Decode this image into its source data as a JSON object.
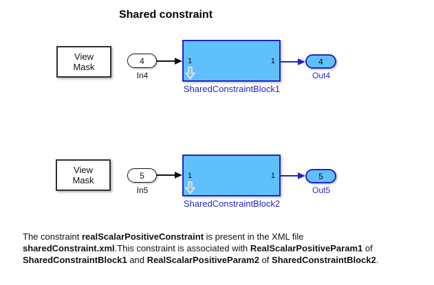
{
  "title": "Shared constraint",
  "colors": {
    "block_fill": "#5fc0fc",
    "block_border": "#2222cc",
    "label_blue": "#2424cc",
    "badge_fill": "#a6bfd8",
    "ink": "#111111"
  },
  "icons": {
    "badge": "look-under-mask-down-arrow-icon"
  },
  "rows": [
    {
      "view_mask": {
        "line1": "View",
        "line2": "Mask"
      },
      "inport": {
        "value": "4",
        "label": "In4"
      },
      "block": {
        "name": "SharedConstraintBlock1",
        "port_in": "1",
        "port_out": "1"
      },
      "outport": {
        "value": "4",
        "label": "Out4"
      }
    },
    {
      "view_mask": {
        "line1": "View",
        "line2": "Mask"
      },
      "inport": {
        "value": "5",
        "label": "In5"
      },
      "block": {
        "name": "SharedConstraintBlock2",
        "port_in": "1",
        "port_out": "1"
      },
      "outport": {
        "value": "5",
        "label": "Out5"
      }
    }
  ],
  "description": {
    "lines": [
      [
        {
          "t": "The constraint ",
          "b": false
        },
        {
          "t": "realScalarPositiveConstraint",
          "b": true
        },
        {
          "t": " is present in the XML file",
          "b": false
        }
      ],
      [
        {
          "t": "sharedConstraint.xml",
          "b": true
        },
        {
          "t": ".This constraint is associated with ",
          "b": false
        },
        {
          "t": "RealScalarPositiveParam1",
          "b": true
        },
        {
          "t": " of",
          "b": false
        }
      ],
      [
        {
          "t": "SharedConstraintBlock1",
          "b": true
        },
        {
          "t": " and ",
          "b": false
        },
        {
          "t": "RealScalarPositiveParam2",
          "b": true
        },
        {
          "t": " of ",
          "b": false
        },
        {
          "t": "SharedConstraintBlock2",
          "b": true
        },
        {
          "t": ".",
          "b": false
        }
      ]
    ]
  }
}
